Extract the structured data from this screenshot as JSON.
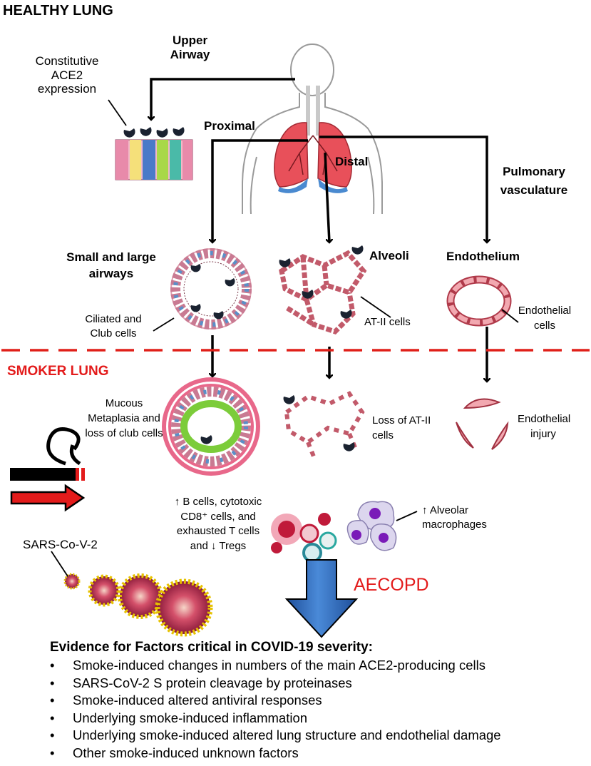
{
  "section_titles": {
    "healthy": "HEALTHY LUNG",
    "smoker": "SMOKER LUNG"
  },
  "labels": {
    "upper_airway": "Upper Airway",
    "constitutive_ace2": "Constitutive ACE2 expression",
    "proximal": "Proximal",
    "distal": "Distal",
    "pulmonary_vasculature": "Pulmonary vasculature",
    "small_large_airways": "Small and large airways",
    "alveoli": "Alveoli",
    "endothelium": "Endothelium",
    "ciliated_club": "Ciliated and Club cells",
    "at2_cells": "AT-II cells",
    "endothelial_cells": "Endothelial cells",
    "mucous_metaplasia": "Mucous Metaplasia and loss of club cells",
    "loss_at2": "Loss of AT-II cells",
    "endothelial_injury": "Endothelial injury",
    "immune_cells": "↑ B cells, cytotoxic CD8⁺ cells, and exhausted T cells and ↓ Tregs",
    "alveolar_macrophages": "↑ Alveolar macrophages",
    "sars": "SARS-Co-V-2",
    "aecopd": "AECOPD"
  },
  "evidence": {
    "heading": "Evidence for Factors critical in COVID-19 severity:",
    "bullet": "•",
    "items": [
      "Smoke-induced changes in numbers of the main ACE2-producing cells",
      "SARS-CoV-2 S protein cleavage by proteinases",
      "Smoke-induced altered antiviral responses",
      "Underlying smoke-induced inflammation",
      "Underlying smoke-induced altered lung structure and endothelial damage",
      "Other smoke-induced unknown factors"
    ]
  },
  "colors": {
    "smoker_red": "#e31b1b",
    "divider_red": "#e0201a",
    "lung_pink": "#e8505a",
    "airway_pink": "#e8688a",
    "mucus_green": "#7ccc3a",
    "cell_blue": "#5a8fc8",
    "arrow_blue": "#2f6fc4"
  }
}
